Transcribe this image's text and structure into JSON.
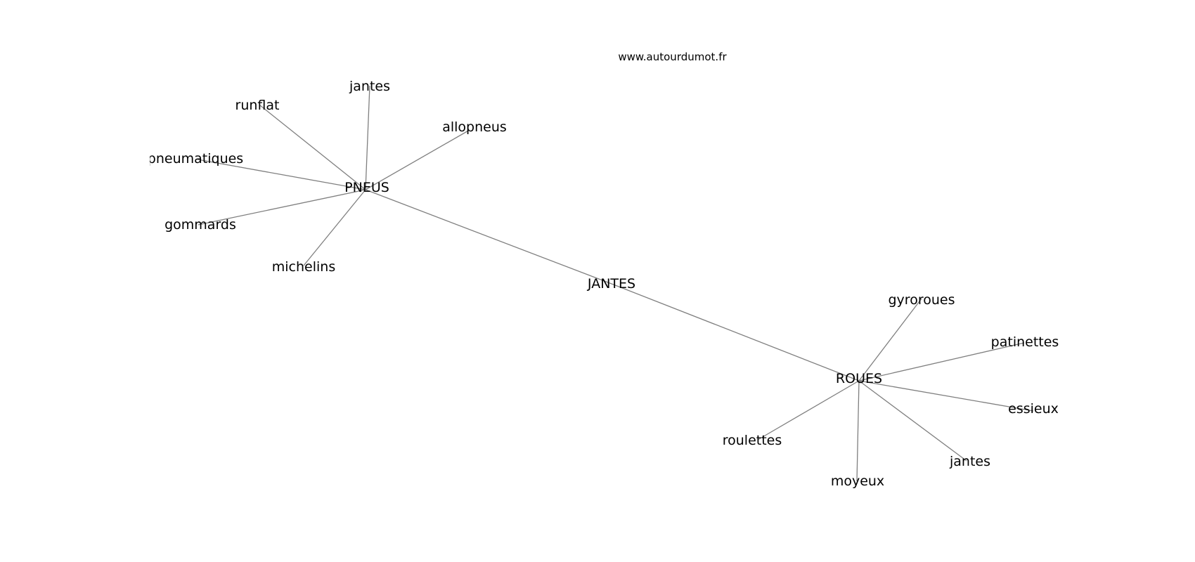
{
  "website": "www.autourdumot.fr",
  "center": "JANTES",
  "hubs": [
    {
      "label": "PNEUS",
      "neighbors": [
        "jantes",
        "runflat",
        "allopneus",
        "pneumatiques",
        "gommards",
        "michelins"
      ]
    },
    {
      "label": "ROUES",
      "neighbors": [
        "gyroroues",
        "patinettes",
        "essieux",
        "jantes",
        "moyeux",
        "roulettes"
      ]
    }
  ],
  "colors": {
    "edge": "#7f7f7f",
    "text": "#000000",
    "background": "#ffffff"
  }
}
